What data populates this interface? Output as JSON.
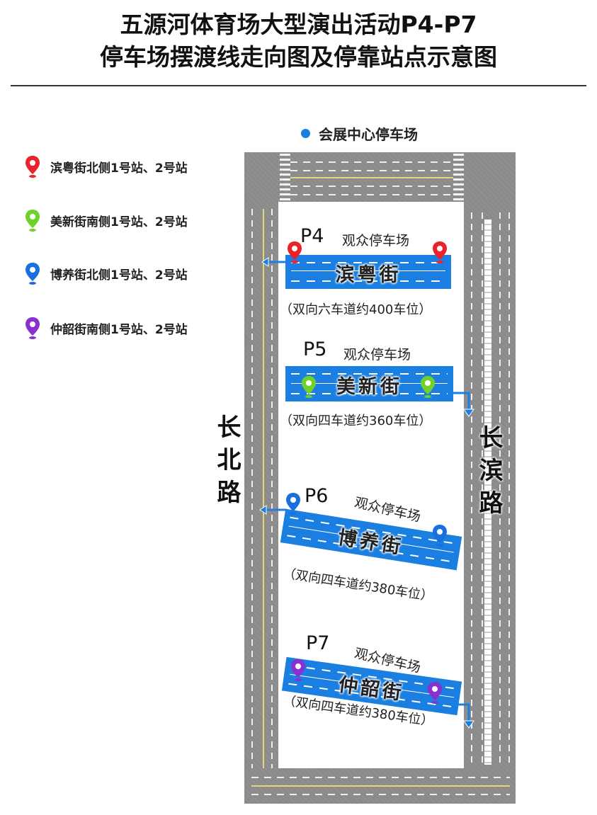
{
  "title": {
    "line1": "五源河体育场大型演出活动P4-P7",
    "line2": "停车场摆渡线走向图及停靠站点示意图"
  },
  "top_legend": {
    "label": "会展中心停车场",
    "color": "#1a7fe0"
  },
  "legend": [
    {
      "label": "滨粤街北侧1号站、2号站",
      "color": "#e8232a"
    },
    {
      "label": "美新街南侧1号站、2号站",
      "color": "#6fd12a"
    },
    {
      "label": "博养街北侧1号站、2号站",
      "color": "#1a6fe0"
    },
    {
      "label": "仲韶街南侧1号站、2号站",
      "color": "#8a2fd0"
    }
  ],
  "roads": {
    "left": "长北路",
    "right": "长滨路"
  },
  "lots": [
    {
      "id": "P4",
      "type": "观众停车场",
      "street": "滨粤街",
      "capacity": "（双向六车道约400车位）",
      "pin_color": "#e8232a"
    },
    {
      "id": "P5",
      "type": "观众停车场",
      "street": "美新街",
      "capacity": "（双向四车道约360车位）",
      "pin_color": "#6fd12a"
    },
    {
      "id": "P6",
      "type": "观众停车场",
      "street": "博养街",
      "capacity": "（双向四车道约380车位）",
      "pin_color": "#1a6fe0"
    },
    {
      "id": "P7",
      "type": "观众停车场",
      "street": "仲韶街",
      "capacity": "（双向四车道约380车位）",
      "pin_color": "#8a2fd0"
    }
  ]
}
